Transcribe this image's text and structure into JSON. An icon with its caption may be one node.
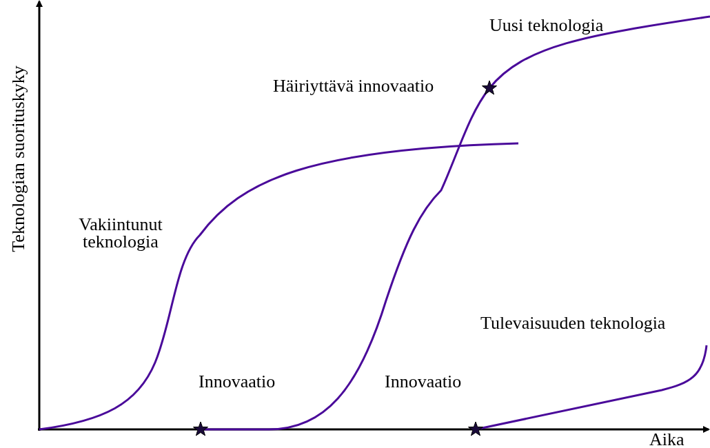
{
  "diagram": {
    "labels": [
      "Uusi teknologia",
      "Häiriyttävä innovaatio",
      "Vakiintunut teknologia",
      "Innovaatio",
      "Innovaatio",
      "Tulevaisuuden teknologia",
      "Teknologian suorituskyky",
      "Aika"
    ]
  }
}
